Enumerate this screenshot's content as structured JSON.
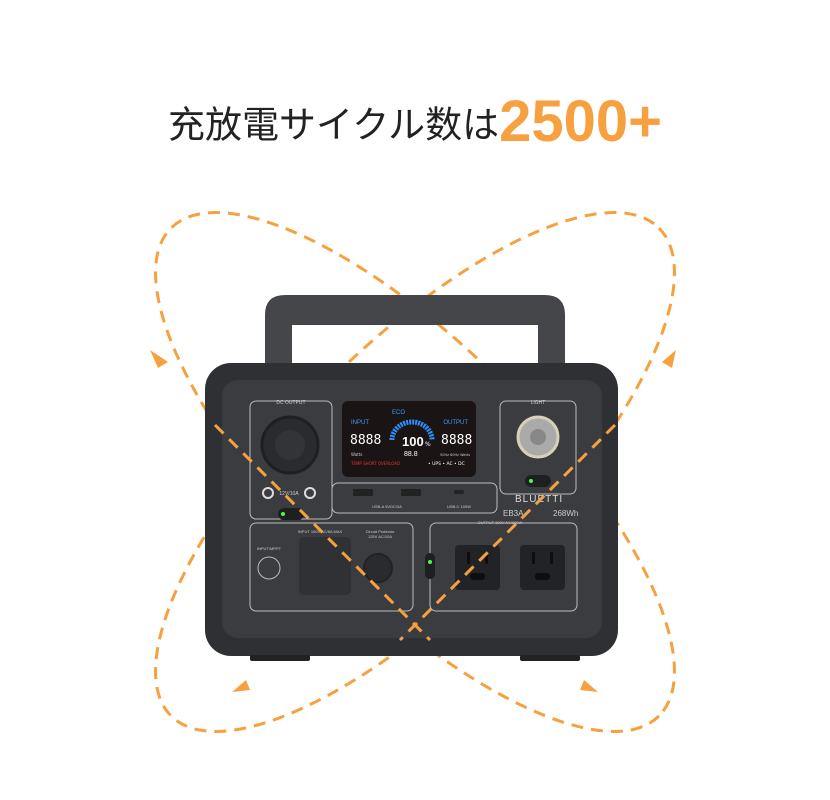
{
  "headline": {
    "text": "充放電サイクル数は",
    "highlight": "2500+"
  },
  "colors": {
    "accent": "#f7a040",
    "device": "#3a3b3e",
    "screen": "#1a1414"
  },
  "device": {
    "brand": "BLUETTI",
    "model": "EB3A",
    "capacity": "268Wh",
    "labels": {
      "dc_output": "DC OUTPUT",
      "light": "LIGHT",
      "dc_rating": "12V/10A",
      "usb_a": "USB-A 5VDC/3A",
      "usb_c": "USB-C 100W",
      "ac_input": "INPUT 100V AC/8A MAX",
      "circuit": "Circuit Protector",
      "circuit_rating": "125V AC/10A",
      "mppt": "INPUT/MPPT",
      "ac_output": "OUTPUT 100V AC/600W"
    },
    "screen": {
      "eco": "ECO",
      "input": "INPUT",
      "output": "OUTPUT",
      "input_value": "8888",
      "output_value": "8888",
      "percent": "100",
      "percent_unit": "%",
      "time": "88.8",
      "watts": "Watts",
      "hz": "50Hz  60Hz  Watts",
      "warnings": "TEMP  SHORT  OVERLOAD",
      "modes": "• UPS  • AC  • DC"
    }
  }
}
